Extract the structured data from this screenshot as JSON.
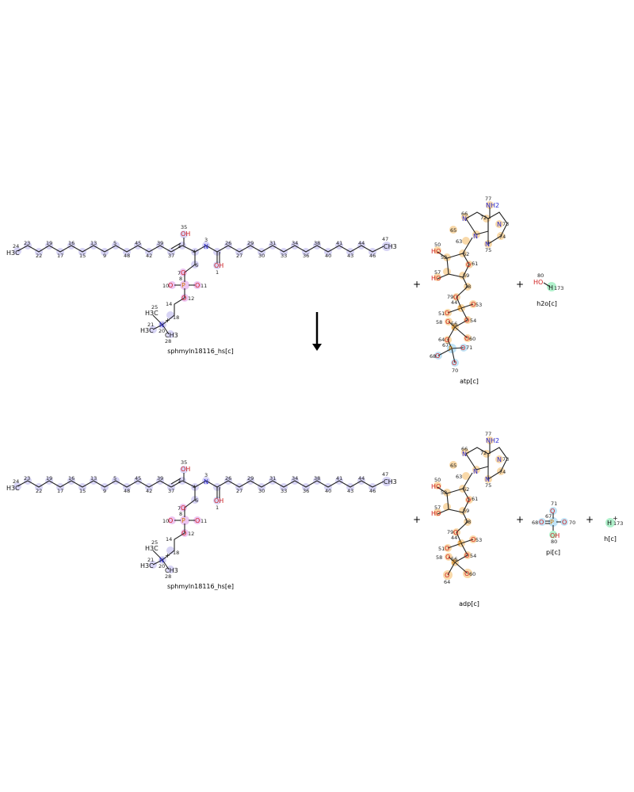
{
  "reaction": {
    "arrow": "down",
    "reactants": [
      {
        "label": "sphmyln18116_hs[c]",
        "highlight": "#c9c6f2"
      },
      {
        "label": "atp[c]",
        "highlight": "#f8d29a"
      },
      {
        "label": "h2o[c]",
        "highlight": "#a9efc6"
      }
    ],
    "products": [
      {
        "label": "sphmyln18116_hs[e]",
        "highlight": "#c9c6f2"
      },
      {
        "label": "adp[c]",
        "highlight": "#f8d29a"
      },
      {
        "label": "pi[c]",
        "highlight": "#b5def4"
      },
      {
        "label": "h[c]",
        "highlight": "#a9efc6"
      }
    ],
    "plus": "+"
  },
  "sphingomyelin": {
    "chain_left_top": [
      "24",
      "23",
      "19",
      "16",
      "13",
      "5",
      "45",
      "39"
    ],
    "chain_left_bottom": [
      "22",
      "17",
      "15",
      "9",
      "48",
      "42",
      "37"
    ],
    "chain_right_top": [
      "26",
      "29",
      "31",
      "34",
      "38",
      "41",
      "44",
      "47"
    ],
    "chain_right_bottom": [
      "27",
      "30",
      "33",
      "36",
      "40",
      "43",
      "46"
    ],
    "head_atoms": [
      "35",
      "3",
      "1",
      "7",
      "8",
      "10",
      "11",
      "12",
      "14",
      "18",
      "25",
      "21",
      "20",
      "28",
      "2",
      "4",
      "6"
    ],
    "ch3": "CH3",
    "h3c": "H3C",
    "oh": "OH",
    "n": "N",
    "o": "O",
    "p": "P",
    "plus_sign": "+",
    "minus_sign": "-"
  },
  "nucleotide": {
    "nh2": "NH2",
    "n": "N",
    "ho": "HO",
    "o": "O",
    "p": "P",
    "atp_ids": [
      "77",
      "66",
      "72",
      "73",
      "74",
      "75",
      "65",
      "63",
      "62",
      "61",
      "50",
      "52",
      "57",
      "59",
      "78",
      "79",
      "44",
      "53",
      "51",
      "54",
      "58",
      "56",
      "60",
      "64",
      "67",
      "71",
      "68",
      "70"
    ],
    "adp_ids": [
      "77",
      "66",
      "72",
      "73",
      "74",
      "75",
      "65",
      "63",
      "62",
      "61",
      "50",
      "52",
      "57",
      "59",
      "78",
      "79",
      "44",
      "53",
      "51",
      "54",
      "58",
      "56",
      "60",
      "64"
    ]
  },
  "water": {
    "ids": [
      "80",
      "173"
    ],
    "ho": "HO",
    "h": "H"
  },
  "phosphate": {
    "ids": [
      "71",
      "67",
      "68",
      "70",
      "80"
    ],
    "p": "P",
    "oh": "OH"
  },
  "proton": {
    "id": "173",
    "h": "H"
  }
}
